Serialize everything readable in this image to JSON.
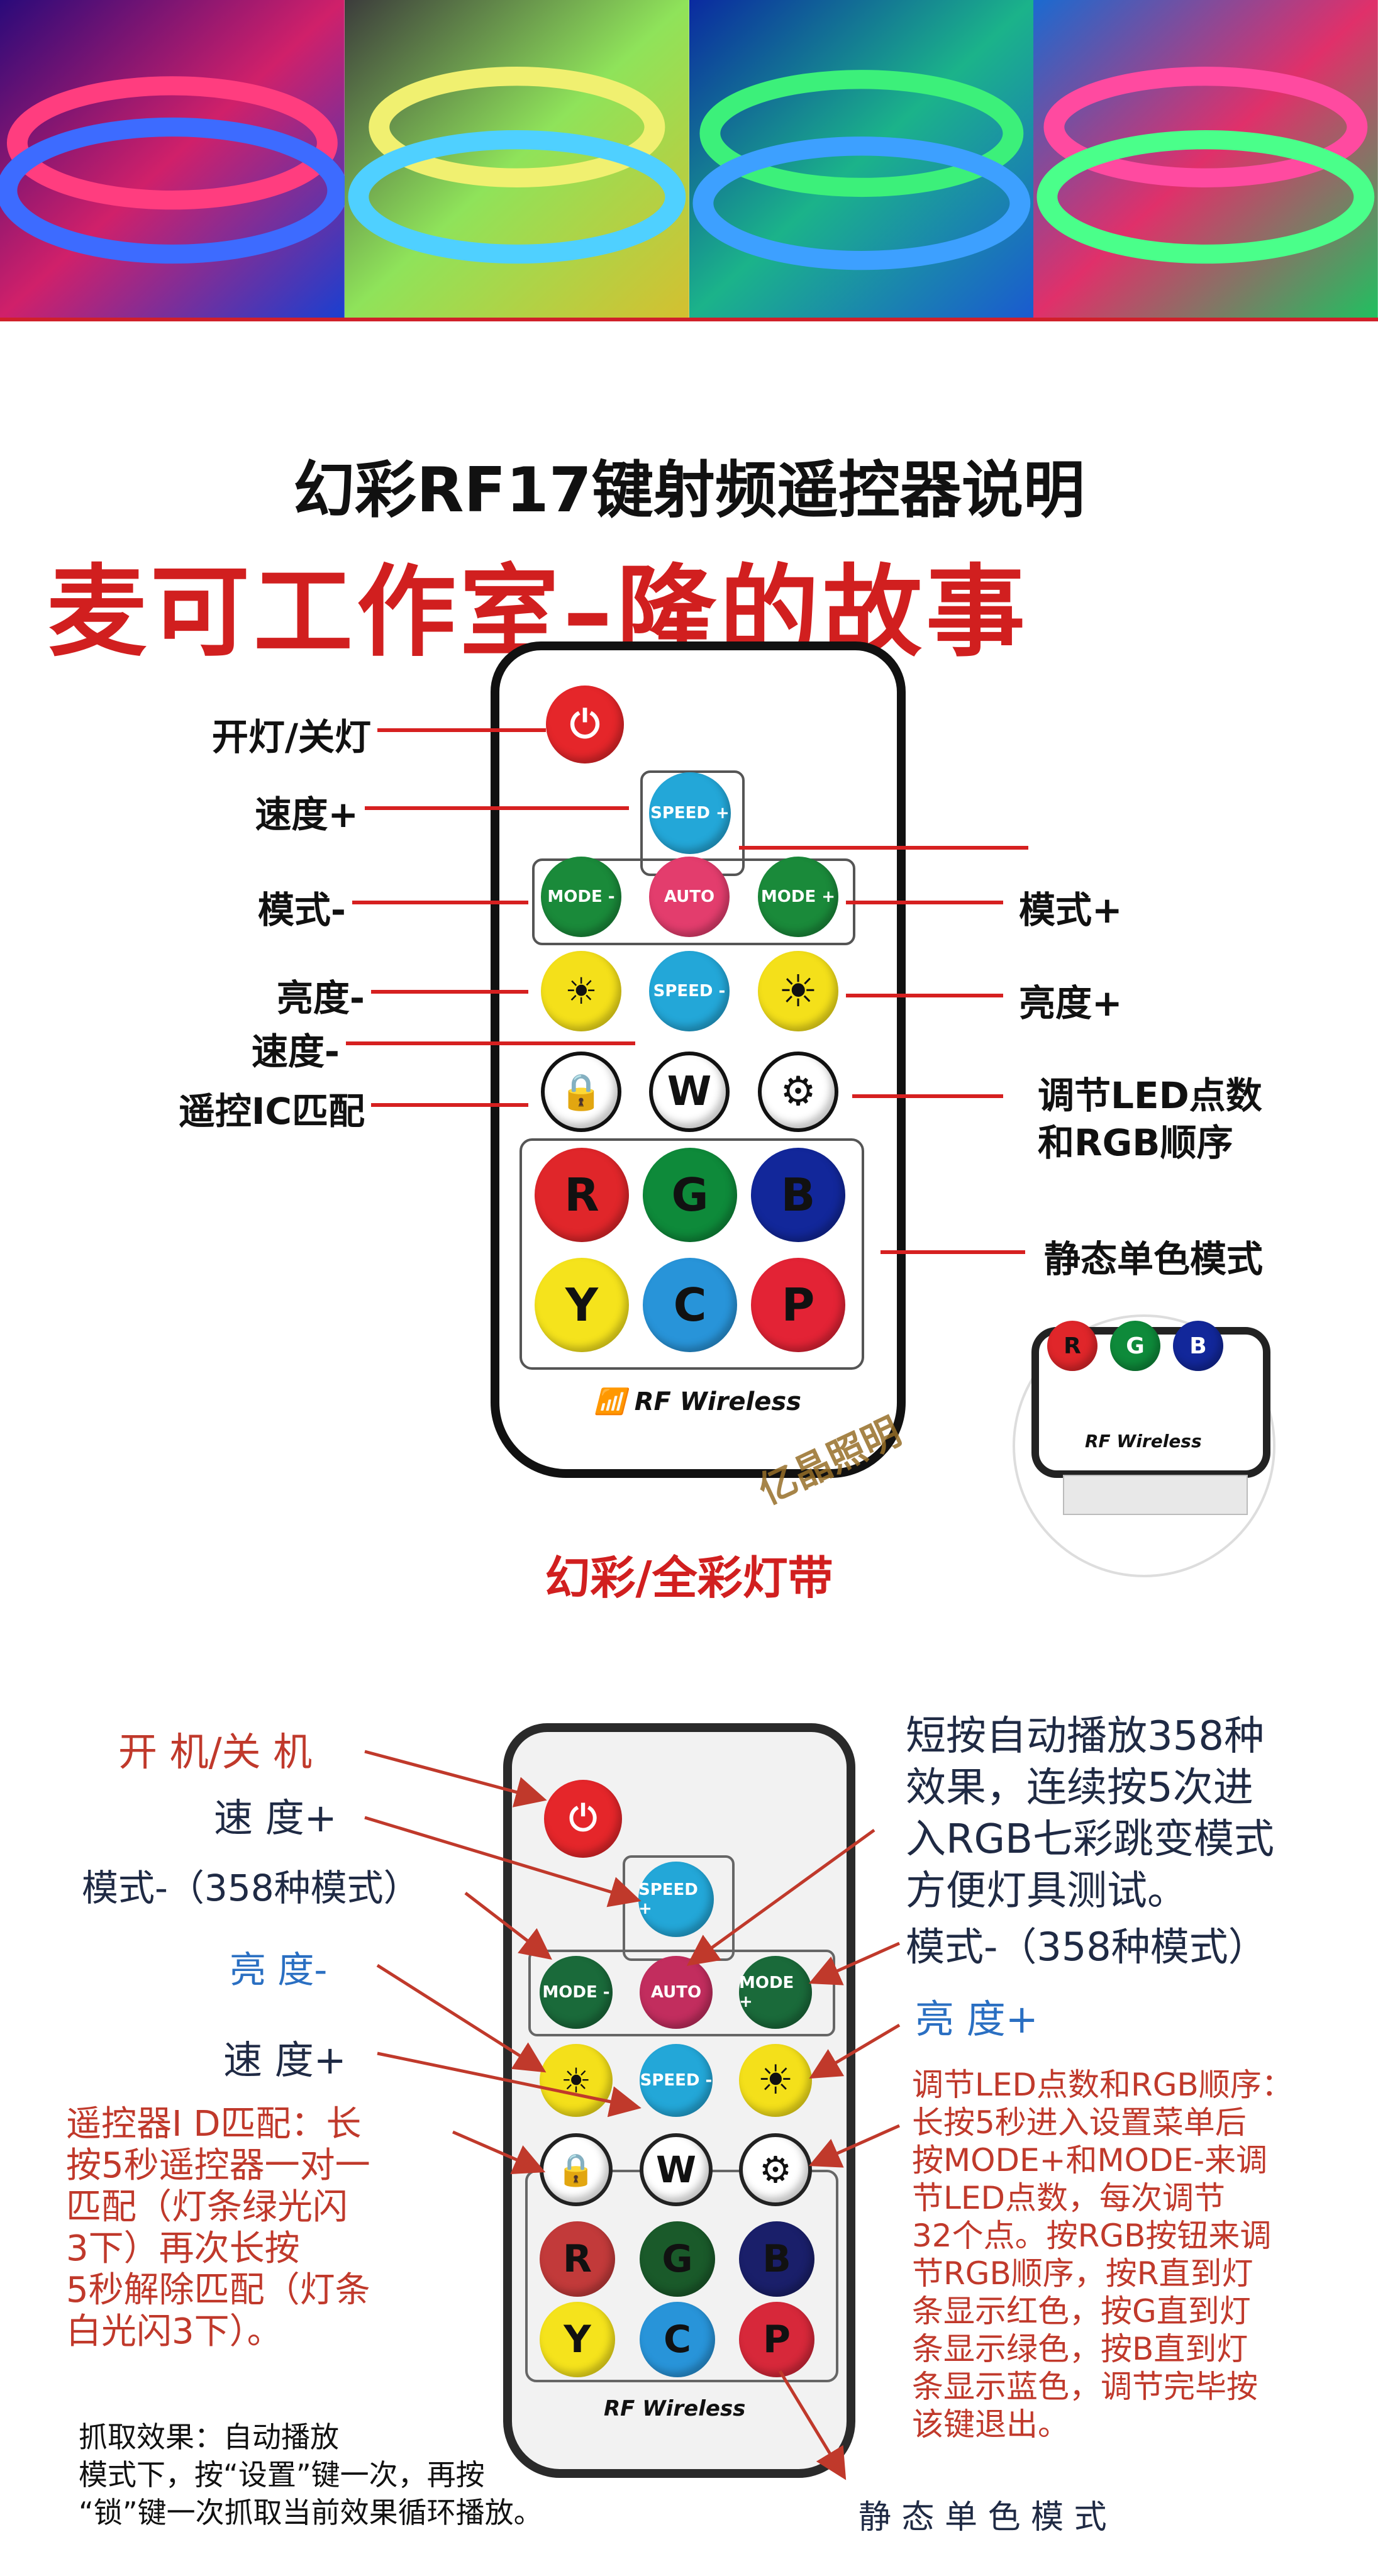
{
  "header": {
    "title": "幻彩RF17键射频遥控器说明",
    "brand_line": "麦可工作室–隆的故事",
    "subtitle": "幻彩/全彩灯带"
  },
  "remote1": {
    "rf_label": "RF Wireless",
    "watermark": "亿晶照明",
    "buttons": {
      "speed_plus": "SPEED +",
      "mode_minus": "MODE -",
      "auto": "AUTO",
      "mode_plus": "MODE +",
      "speed_minus": "SPEED -",
      "w": "W",
      "r": "R",
      "g": "G",
      "b": "B",
      "y": "Y",
      "c": "C",
      "p": "P"
    },
    "labels": {
      "power": "开灯/关灯",
      "speed_plus": "速度+",
      "mode_minus": "模式-",
      "brightness_minus": "亮度-",
      "speed_minus": "速度-",
      "ic_match": "遥控IC匹配",
      "mode_plus": "模式+",
      "brightness_plus": "亮度+",
      "led_setting_l1": "调节LED点数",
      "led_setting_l2": "和RGB顺序",
      "static_color": "静态单色模式"
    },
    "mini": {
      "rf_label": "RF Wireless"
    }
  },
  "remote2": {
    "rf_label": "RF Wireless",
    "labels": {
      "power": "开 机/关 机",
      "speed_plus": "速 度+",
      "mode_minus": "模式-（358种模式）",
      "brightness_minus": "亮 度-",
      "speed_plus_2": "速 度+",
      "mode_right": "模式-（358种模式）",
      "brightness_plus": "亮 度+",
      "static_color": "静 态 单 色 模 式"
    },
    "notes": {
      "auto_l1": "短按自动播放358种",
      "auto_l2": "效果，连续按5次进",
      "auto_l3": "入RGB七彩跳变模式",
      "auto_l4": "方便灯具测试。",
      "id_l1": "遥控器I D匹配：长",
      "id_l2": "按5秒遥控器一对一",
      "id_l3": "匹配（灯条绿光闪",
      "id_l4": "3下）再次长按",
      "id_l5": "5秒解除匹配（灯条",
      "id_l6": "白光闪3下）。",
      "led_l1": "调节LED点数和RGB顺序：",
      "led_l2": "长按5秒进入设置菜单后",
      "led_l3": "按MODE+和MODE-来调",
      "led_l4": "节LED点数，每次调节",
      "led_l5": "32个点。按RGB按钮来调",
      "led_l6": "节RGB顺序，按R直到灯",
      "led_l7": "条显示红色，按G直到灯",
      "led_l8": "条显示绿色，按B直到灯",
      "led_l9": "条显示蓝色，调节完毕按",
      "led_l10": "该键退出。",
      "capture_l1": "抓取效果：自动播放",
      "capture_l2": "模式下，按“设置”键一次，再按",
      "capture_l3": "“锁”键一次抓取当前效果循环播放。"
    }
  },
  "colors": {
    "red_label": "#d11f1f",
    "line_red": "#d62020",
    "speed_btn": "#23a7d8",
    "mode_btn": "#1a8a3a",
    "auto_btn": "#e33d6d",
    "bright_btn": "#f4e01a",
    "r_btn": "#e0262a",
    "g_btn": "#0e8a3a",
    "b_btn": "#12279a",
    "y_btn": "#f5e31c",
    "c_btn": "#2894d9",
    "p_btn": "#e32335"
  }
}
